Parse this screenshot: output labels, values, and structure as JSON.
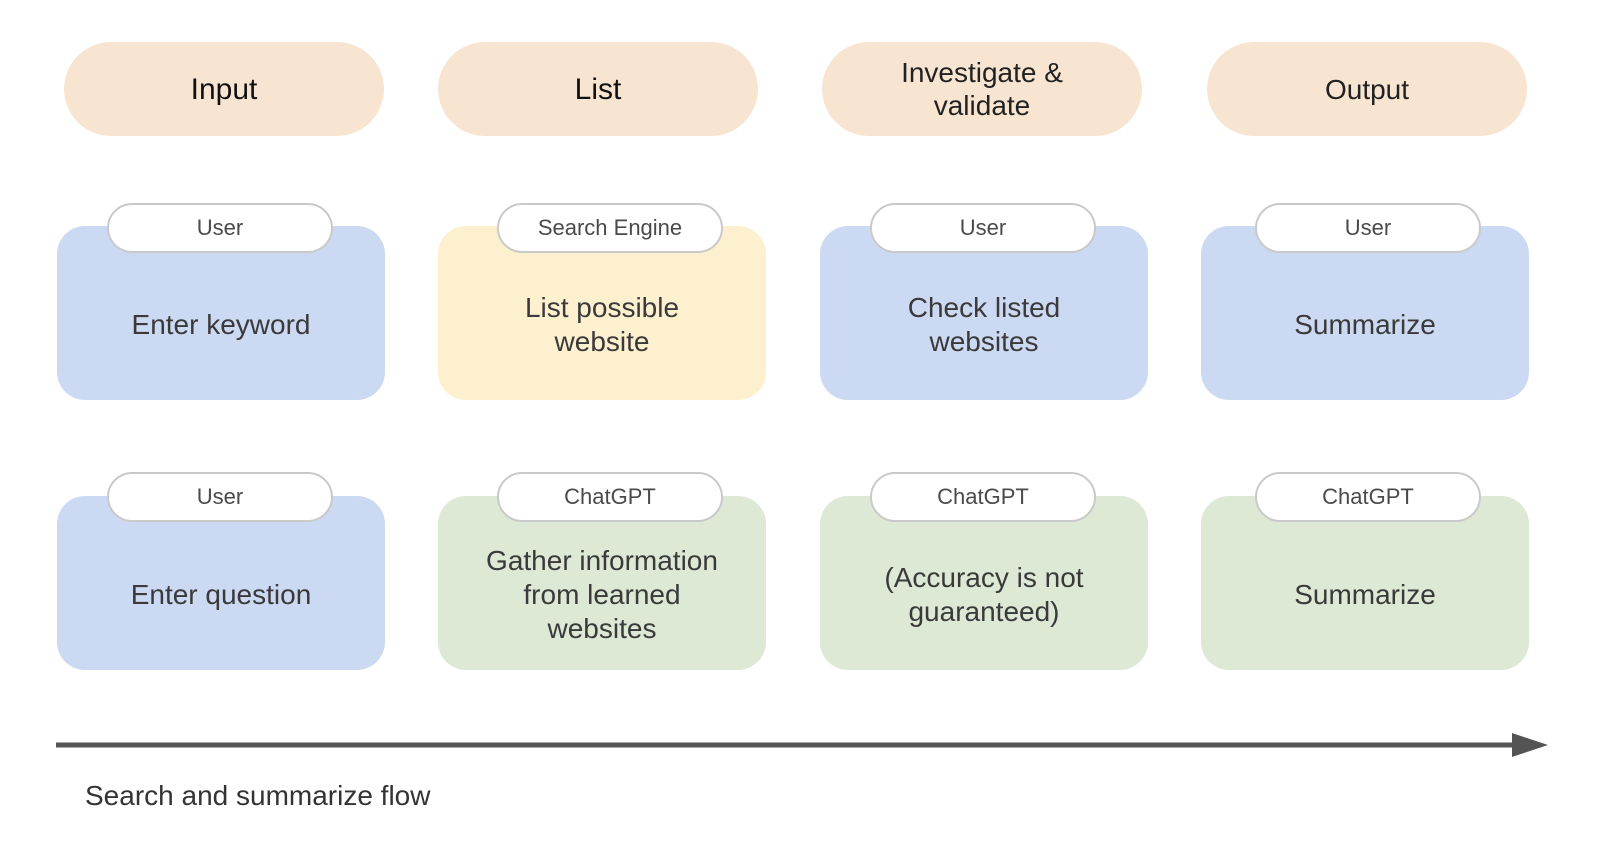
{
  "colors": {
    "stage_fill": "#f7e5d1",
    "user_fill": "#ccd9f2",
    "search_engine_fill": "#fcf0cf",
    "chatgpt_fill": "#dde8d5",
    "actor_fill": "#ffffff",
    "actor_border": "#c9c9c9",
    "arrow": "#545454"
  },
  "stages": [
    {
      "label": "Input"
    },
    {
      "label": "List"
    },
    {
      "label": "Investigate &\nvalidate"
    },
    {
      "label": "Output"
    }
  ],
  "rows": [
    {
      "cards": [
        {
          "actor": "User",
          "text": "Enter keyword",
          "fill": "user"
        },
        {
          "actor": "Search Engine",
          "text": "List possible\nwebsite",
          "fill": "search_engine"
        },
        {
          "actor": "User",
          "text": "Check listed\nwebsites",
          "fill": "user"
        },
        {
          "actor": "User",
          "text": "Summarize",
          "fill": "user"
        }
      ]
    },
    {
      "cards": [
        {
          "actor": "User",
          "text": "Enter question",
          "fill": "user"
        },
        {
          "actor": "ChatGPT",
          "text": "Gather information\nfrom learned\nwebsites",
          "fill": "chatgpt"
        },
        {
          "actor": "ChatGPT",
          "text": "(Accuracy is not\nguaranteed)",
          "fill": "chatgpt"
        },
        {
          "actor": "ChatGPT",
          "text": "Summarize",
          "fill": "chatgpt"
        }
      ]
    }
  ],
  "flow": {
    "label": "Search and summarize flow"
  }
}
